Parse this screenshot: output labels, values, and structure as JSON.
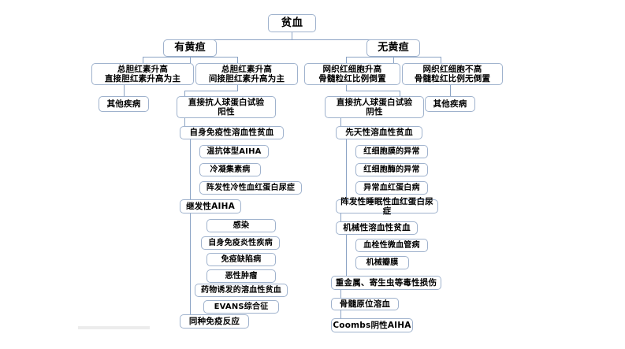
{
  "diagram": {
    "title": "贫血",
    "nodes": {
      "root": "贫血",
      "jaundice_yes": "有黄疸",
      "jaundice_no": "无黄疸",
      "tbil_direct": "总胆红素升高\n直接胆红素升高为主",
      "tbil_indirect": "总胆红素升高\n间接胆红素升高为主",
      "retic_high": "网织红细胞升高\n骨髓粒红比例倒置",
      "retic_normal": "网织红细胞不高\n骨髓粒红比例无倒置",
      "other_disease_left": "其他疾病",
      "other_disease_right": "其他疾病",
      "coombs_positive": "直接抗人球蛋白试验\n阳性",
      "coombs_negative": "直接抗人球蛋白试验\n阴性",
      "aiha": "自身免疫性溶血性贫血",
      "aiha_warm": "温抗体型AIHA",
      "aiha_cold_agglutinin": "冷凝集素病",
      "pch": "阵发性冷性血红蛋白尿症",
      "secondary_aiha": "继发性AIHA",
      "infection": "感染",
      "autoimmune_inflammatory": "自身免疫炎性疾病",
      "immunodeficiency": "免疫缺陷病",
      "malignancy": "恶性肿瘤",
      "drug_induced": "药物诱发的溶血性贫血",
      "evans": "EVANS综合征",
      "alloimmune": "同种免疫反应",
      "congenital_ha": "先天性溶血性贫血",
      "rbc_membrane": "红细胞膜的异常",
      "rbc_enzyme": "红细胞酶的异常",
      "abnormal_hb": "异常血红蛋白病",
      "pnh": "阵发性睡眠性血红蛋白尿症",
      "mechanical_ha": "机械性溶血性贫血",
      "tma": "血栓性微血管病",
      "mechanical_valve": "机械瓣膜",
      "toxic_injury": "重金属、寄生虫等毒性损伤",
      "marrow_insitu": "骨髓原位溶血",
      "coombs_neg_aiha": "Coombs阴性AIHA"
    },
    "colors": {
      "box_border": "#9fb2cd",
      "box_fill": "#ffffff",
      "connector": "#8ba3c4",
      "text": "#000000",
      "page_background": "#ffffff"
    }
  }
}
